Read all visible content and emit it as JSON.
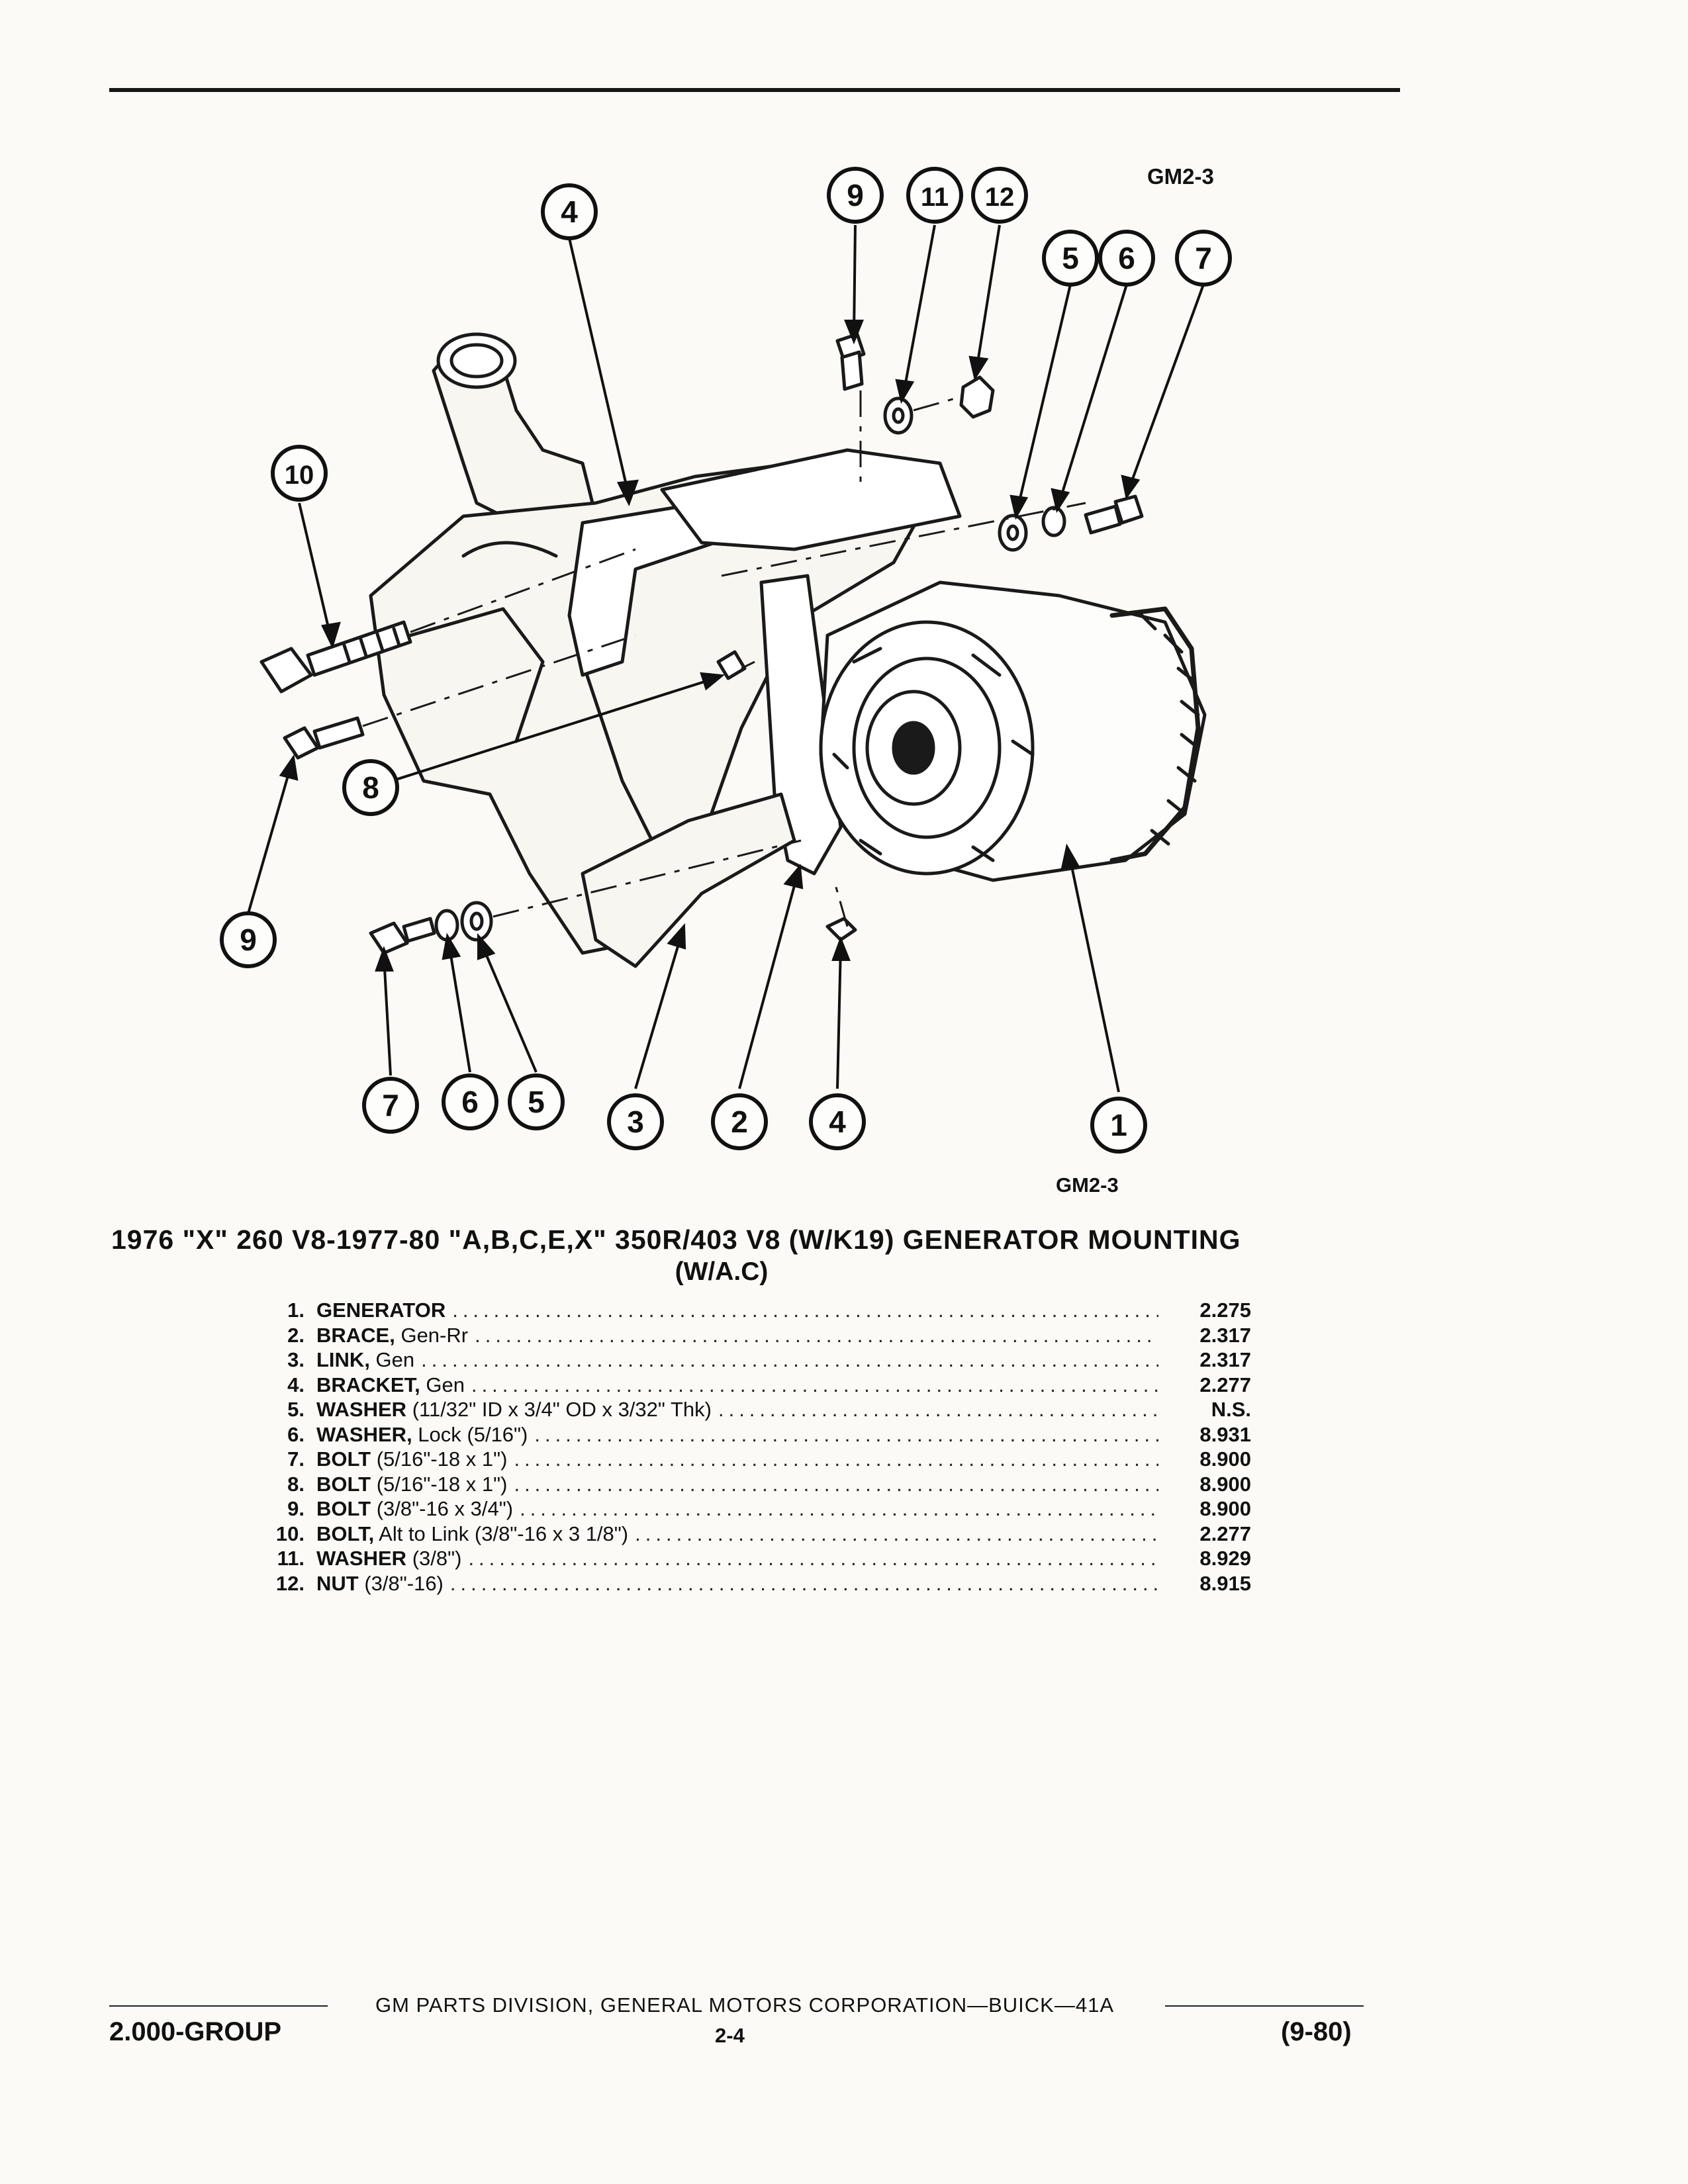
{
  "figure": {
    "ref_code_top": "GM2-3",
    "ref_code_bottom": "GM2-3",
    "callouts": [
      "1",
      "2",
      "3",
      "4",
      "4",
      "5",
      "5",
      "6",
      "6",
      "7",
      "7",
      "8",
      "9",
      "9",
      "10",
      "11",
      "12"
    ]
  },
  "title": "1976 \"X\" 260 V8-1977-80 \"A,B,C,E,X\" 350R/403 V8 (W/K19) GENERATOR MOUNTING",
  "subtitle": "(W/A.C)",
  "parts": [
    {
      "num": "1.",
      "name": "GENERATOR",
      "detail": "",
      "group": "2.275"
    },
    {
      "num": "2.",
      "name": "BRACE,",
      "detail": " Gen-Rr",
      "group": "2.317"
    },
    {
      "num": "3.",
      "name": "LINK,",
      "detail": " Gen",
      "group": "2.317"
    },
    {
      "num": "4.",
      "name": "BRACKET,",
      "detail": " Gen",
      "group": "2.277"
    },
    {
      "num": "5.",
      "name": "WASHER",
      "detail": " (11/32\" ID x 3/4\" OD x 3/32\" Thk)",
      "group": "N.S."
    },
    {
      "num": "6.",
      "name": "WASHER,",
      "detail": " Lock (5/16\")",
      "group": "8.931"
    },
    {
      "num": "7.",
      "name": "BOLT",
      "detail": " (5/16\"-18 x 1\")",
      "group": "8.900"
    },
    {
      "num": "8.",
      "name": "BOLT",
      "detail": " (5/16\"-18 x 1\")",
      "group": "8.900"
    },
    {
      "num": "9.",
      "name": "BOLT",
      "detail": " (3/8\"-16 x 3/4\")",
      "group": "8.900"
    },
    {
      "num": "10.",
      "name": "BOLT,",
      "detail": " Alt to Link (3/8\"-16 x 3 1/8\")",
      "group": "2.277"
    },
    {
      "num": "11.",
      "name": "WASHER",
      "detail": " (3/8\")",
      "group": "8.929"
    },
    {
      "num": "12.",
      "name": "NUT",
      "detail": " (3/8\"-16)",
      "group": "8.915"
    }
  ],
  "footer": {
    "center": "GM PARTS DIVISION, GENERAL MOTORS CORPORATION—BUICK—41A",
    "group": "2.000-GROUP",
    "page": "2-4",
    "date": "(9-80)"
  }
}
